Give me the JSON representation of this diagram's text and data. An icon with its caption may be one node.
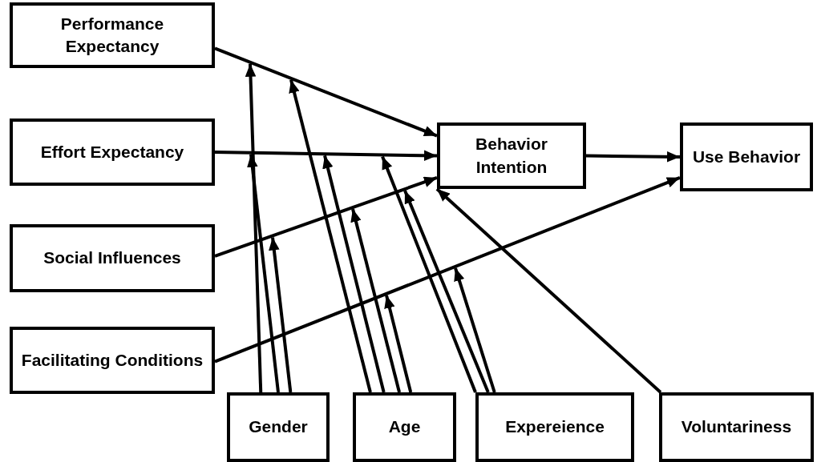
{
  "diagram": {
    "nodes": [
      {
        "text": [
          "Performance Expectancy"
        ]
      },
      {
        "text": [
          "Effort Expectancy"
        ]
      },
      {
        "text": [
          "Social Influences"
        ]
      },
      {
        "text": [
          "Facilitating Conditions"
        ]
      },
      {
        "text": [
          "Behavior Intention"
        ]
      },
      {
        "text": [
          "Use Behavior"
        ]
      },
      {
        "text": [
          "Gender"
        ]
      },
      {
        "text": [
          "Age"
        ]
      },
      {
        "text": [
          "Expereience"
        ]
      },
      {
        "text": [
          "Voluntariness"
        ]
      }
    ],
    "edges": [
      {
        "from": 0,
        "to": 4,
        "arrow": "to"
      },
      {
        "from": 1,
        "to": 4,
        "arrow": "to"
      },
      {
        "from": 2,
        "to": 4,
        "arrow": "to"
      },
      {
        "from": 3,
        "to": 5,
        "arrow": "to"
      },
      {
        "from": 4,
        "to": 5,
        "arrow": "to"
      },
      {
        "from": 9,
        "to": 4,
        "arrow": "to"
      },
      {
        "from": 6,
        "to": null,
        "arrow": "to"
      },
      {
        "from": 6,
        "to": null,
        "arrow": "to"
      },
      {
        "from": 6,
        "to": null,
        "arrow": "to"
      },
      {
        "from": 7,
        "to": null,
        "arrow": "to"
      },
      {
        "from": 7,
        "to": null,
        "arrow": "to"
      },
      {
        "from": 7,
        "to": null,
        "arrow": "to"
      },
      {
        "from": 7,
        "to": null,
        "arrow": "to"
      },
      {
        "from": 8,
        "to": null,
        "arrow": "to"
      },
      {
        "from": 8,
        "to": null,
        "arrow": "to"
      },
      {
        "from": 8,
        "to": null,
        "arrow": "to"
      }
    ]
  }
}
